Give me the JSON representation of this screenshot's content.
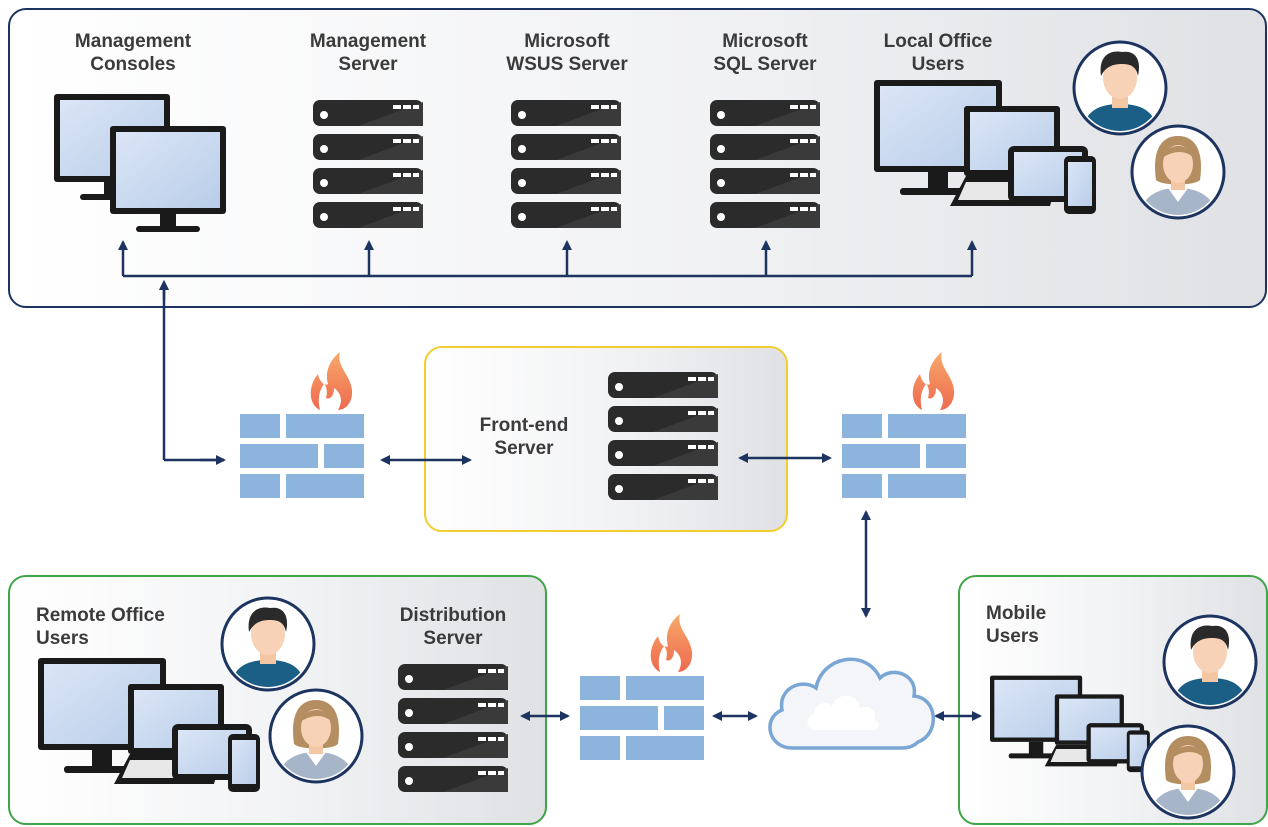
{
  "labels": {
    "mgmt_consoles": [
      "Management",
      "Consoles"
    ],
    "mgmt_server": [
      "Management",
      "Server"
    ],
    "wsus_server": [
      "Microsoft",
      "WSUS Server"
    ],
    "sql_server": [
      "Microsoft",
      "SQL Server"
    ],
    "local_users": [
      "Local Office",
      "Users"
    ],
    "frontend_server": [
      "Front-end",
      "Server"
    ],
    "remote_users": [
      "Remote Office",
      "Users"
    ],
    "distribution_server": [
      "Distribution",
      "Server"
    ],
    "mobile_users": [
      "Mobile",
      "Users"
    ]
  },
  "colors": {
    "navy": "#1d3461",
    "server_dark": "#2b2b2b",
    "brick": "#8db4dc",
    "flame": "#f08a5d",
    "cloud_stroke": "#7aa6d6",
    "screen": "#c9d8ef",
    "zone_top_border": "#1d3461",
    "zone_mid_border": "#f3cc2e",
    "zone_green_border": "#3fa548"
  },
  "icons": {
    "computer": "monitor-icon",
    "server": "server-rack-icon",
    "firewall": "firewall-icon",
    "cloud": "cloud-icon",
    "user_male": "user-male-avatar-icon",
    "user_female": "user-female-avatar-icon",
    "tablet": "tablet-icon",
    "phone": "smartphone-icon"
  }
}
